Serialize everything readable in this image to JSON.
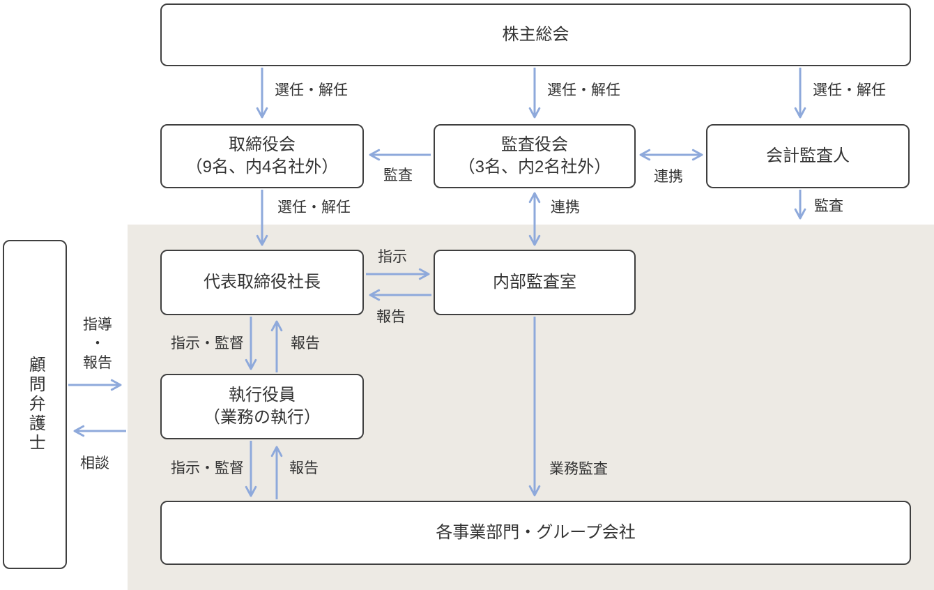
{
  "diagram": {
    "type": "corporate-governance-flowchart",
    "colors": {
      "arrow": "#8ea9db",
      "box_border": "#3f3f3f",
      "box_fill": "#ffffff",
      "panel_bg": "#edeae4",
      "text": "#333333"
    },
    "nodes": {
      "shareholders": {
        "label": "株主総会"
      },
      "board": {
        "line1": "取締役会",
        "line2": "（9名、内4名社外）"
      },
      "audit_board": {
        "line1": "監査役会",
        "line2": "（3名、内2名社外）"
      },
      "accounting_auditor": {
        "label": "会計監査人"
      },
      "president": {
        "label": "代表取締役社長"
      },
      "internal_audit": {
        "label": "内部監査室"
      },
      "executive_officers": {
        "line1": "執行役員",
        "line2": "（業務の執行）"
      },
      "divisions": {
        "label": "各事業部門・グループ会社"
      },
      "lawyer": {
        "label": "顧問弁護士"
      }
    },
    "edges": [
      {
        "from": "株主総会",
        "to": "取締役会",
        "label": "選任・解任",
        "direction": "one-way"
      },
      {
        "from": "株主総会",
        "to": "監査役会",
        "label": "選任・解任",
        "direction": "one-way"
      },
      {
        "from": "株主総会",
        "to": "会計監査人",
        "label": "選任・解任",
        "direction": "one-way"
      },
      {
        "from": "監査役会",
        "to": "取締役会",
        "label": "監査",
        "direction": "one-way"
      },
      {
        "from": "監査役会",
        "to": "会計監査人",
        "label": "連携",
        "direction": "two-way"
      },
      {
        "from": "取締役会",
        "to": "代表取締役社長",
        "label": "選任・解任",
        "direction": "one-way"
      },
      {
        "from": "監査役会",
        "to": "内部監査室",
        "label": "連携",
        "direction": "two-way"
      },
      {
        "from": "会計監査人",
        "to": "",
        "label": "監査",
        "direction": "one-way"
      },
      {
        "from": "代表取締役社長",
        "to": "内部監査室",
        "label": "指示",
        "direction": "one-way"
      },
      {
        "from": "内部監査室",
        "to": "代表取締役社長",
        "label": "報告",
        "direction": "one-way"
      },
      {
        "from": "代表取締役社長",
        "to": "執行役員",
        "label": "指示・監督",
        "direction": "one-way"
      },
      {
        "from": "執行役員",
        "to": "代表取締役社長",
        "label": "報告",
        "direction": "one-way"
      },
      {
        "from": "執行役員",
        "to": "各事業部門・グループ会社",
        "label": "指示・監督",
        "direction": "one-way"
      },
      {
        "from": "各事業部門・グループ会社",
        "to": "執行役員",
        "label": "報告",
        "direction": "one-way"
      },
      {
        "from": "内部監査室",
        "to": "各事業部門・グループ会社",
        "label": "業務監査",
        "direction": "one-way"
      },
      {
        "from": "顧問弁護士",
        "to": "",
        "label": "指導\n・\n報告",
        "direction": "one-way"
      },
      {
        "from": "",
        "to": "顧問弁護士",
        "label": "相談",
        "direction": "one-way"
      }
    ]
  }
}
